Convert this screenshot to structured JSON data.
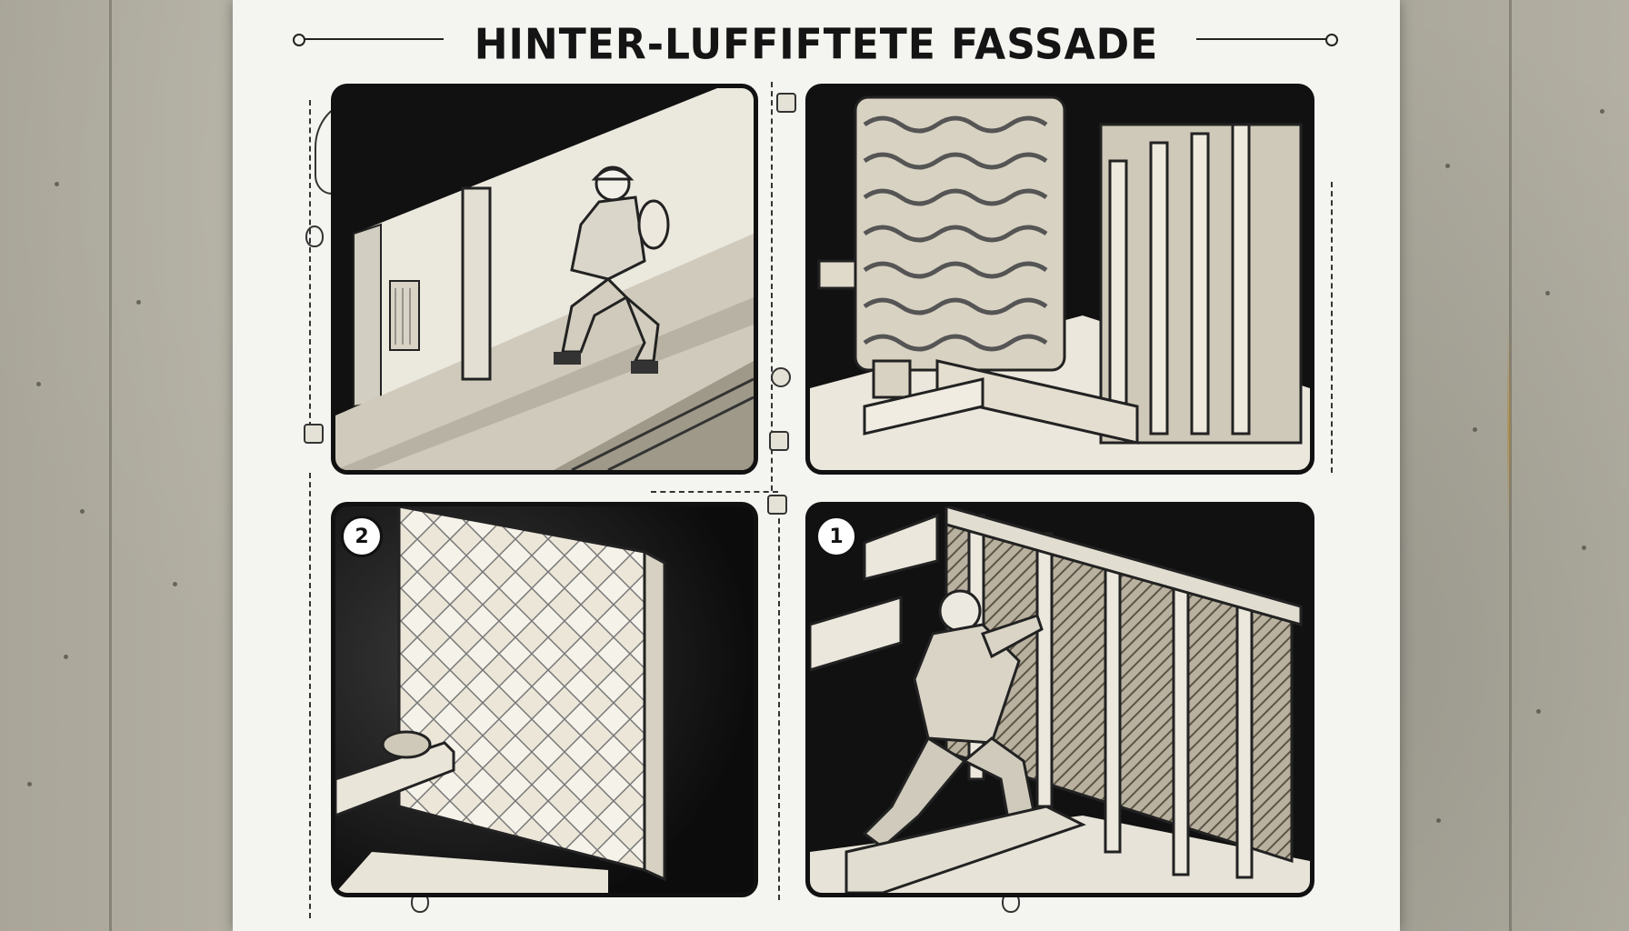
{
  "poster": {
    "title": "HINTER-LUFFIFTETE FASSADE"
  },
  "panels": [
    {
      "id": "top-left",
      "step": ""
    },
    {
      "id": "top-right",
      "step": ""
    },
    {
      "id": "bottom-left",
      "step": "2"
    },
    {
      "id": "bottom-right",
      "step": "1"
    }
  ],
  "colors": {
    "wall": "#a9a699",
    "poster": "#f4f4f0",
    "ink": "#111111",
    "insulation": "#e8e2d2"
  }
}
